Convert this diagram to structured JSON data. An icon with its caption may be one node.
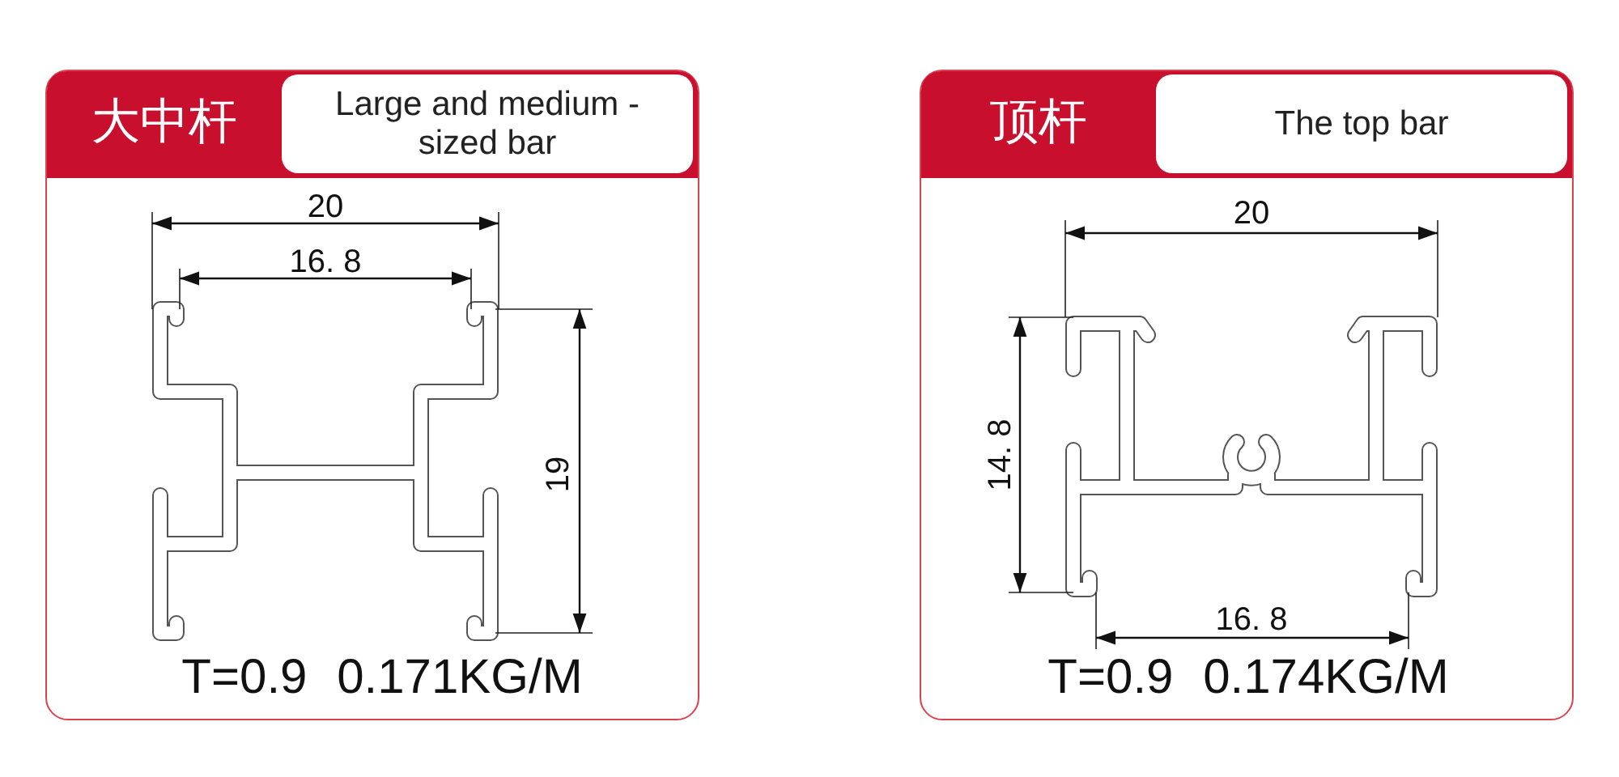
{
  "diagram": {
    "nodes": [
      {
        "text": [
          "大中杆",
          "Large and medium -sized bar"
        ]
      },
      {
        "text": [
          "顶杆",
          "The top bar"
        ]
      }
    ],
    "labels": [
      "20",
      "16. 8",
      "19",
      "T=0.9 0.171KG/M",
      "20",
      "14. 8",
      "16. 8",
      "T=0.9 0.174KG/M"
    ]
  }
}
